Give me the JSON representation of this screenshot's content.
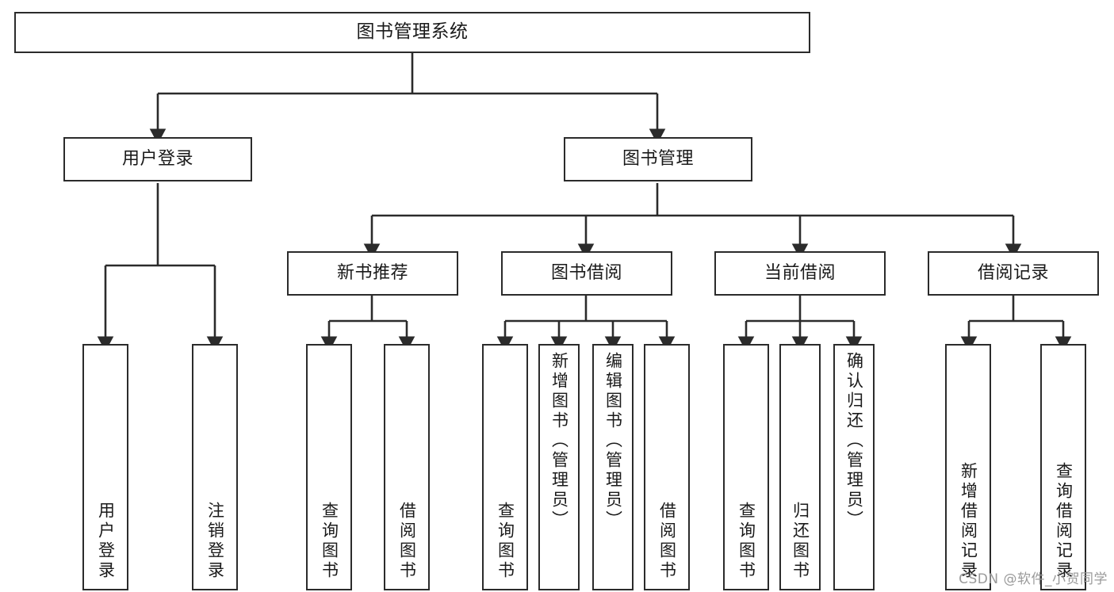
{
  "diagram": {
    "title": "图书管理系统",
    "type": "tree",
    "colors": {
      "background": "#ffffff",
      "node_border": "#2b2b2b",
      "node_fill": "#ffffff",
      "edge": "#2b2b2b",
      "text": "#1a1a1a",
      "watermark": "#9a9a9a"
    },
    "watermark": "CSDN @软件_小贺同学"
  },
  "nodes": {
    "root": {
      "label": "图书管理系统"
    },
    "level1": [
      {
        "id": "user-login",
        "label": "用户登录"
      },
      {
        "id": "book-management",
        "label": "图书管理"
      }
    ],
    "level2": [
      {
        "id": "new-book-recommend",
        "label": "新书推荐"
      },
      {
        "id": "book-borrow",
        "label": "图书借阅"
      },
      {
        "id": "current-borrow",
        "label": "当前借阅"
      },
      {
        "id": "borrow-record",
        "label": "借阅记录"
      }
    ],
    "leaves": [
      {
        "id": "leaf-user-login",
        "label": "用户登录",
        "parent": "user-login"
      },
      {
        "id": "leaf-logout-login",
        "label": "注销登录",
        "parent": "user-login"
      },
      {
        "id": "leaf-query-book-1",
        "label": "查询图书",
        "parent": "new-book-recommend"
      },
      {
        "id": "leaf-borrow-book-1",
        "label": "借阅图书",
        "parent": "new-book-recommend"
      },
      {
        "id": "leaf-query-book-2",
        "label": "查询图书",
        "parent": "book-borrow"
      },
      {
        "id": "leaf-add-book",
        "label": "新增图书（管理员）",
        "parent": "book-borrow"
      },
      {
        "id": "leaf-edit-book",
        "label": "编辑图书（管理员）",
        "parent": "book-borrow"
      },
      {
        "id": "leaf-borrow-book-2",
        "label": "借阅图书",
        "parent": "book-borrow"
      },
      {
        "id": "leaf-query-book-3",
        "label": "查询图书",
        "parent": "current-borrow"
      },
      {
        "id": "leaf-return-book",
        "label": "归还图书",
        "parent": "current-borrow"
      },
      {
        "id": "leaf-confirm-return",
        "label": "确认归还（管理员）",
        "parent": "current-borrow"
      },
      {
        "id": "leaf-add-record",
        "label": "新增借阅记录",
        "parent": "borrow-record"
      },
      {
        "id": "leaf-query-record",
        "label": "查询借阅记录",
        "parent": "borrow-record"
      }
    ]
  }
}
